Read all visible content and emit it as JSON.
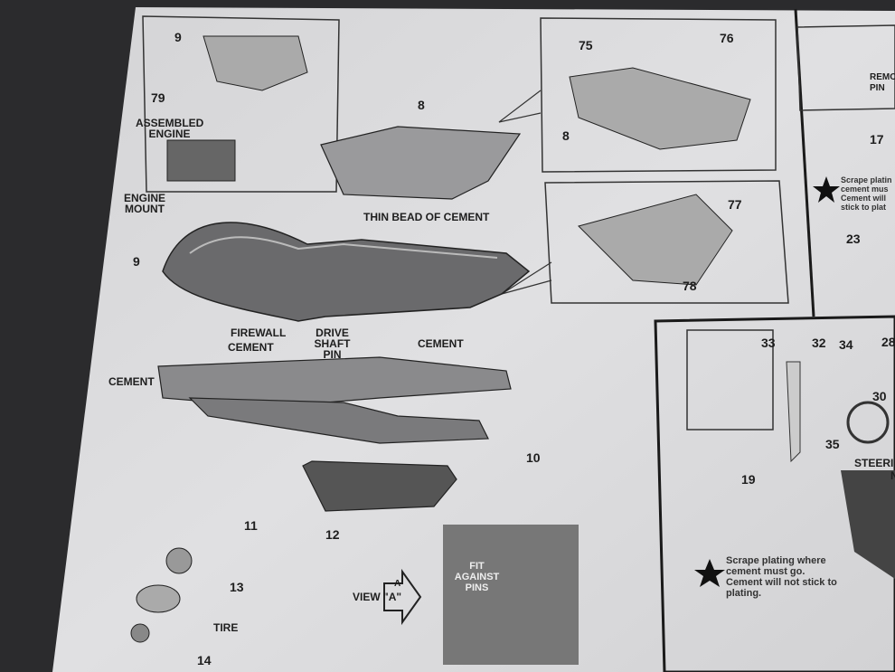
{
  "sheet": {
    "parts": {
      "p9_top": "9",
      "p79": "79",
      "p8_mid": "8",
      "p75": "75",
      "p76": "76",
      "p8_right": "8",
      "p77": "77",
      "p78": "78",
      "p9_main": "9",
      "p10": "10",
      "p11": "11",
      "p12": "12",
      "p13": "13",
      "p14": "14",
      "p17": "17",
      "p23": "23",
      "p33": "33",
      "p32": "32",
      "p34": "34",
      "p28": "28",
      "p30": "30",
      "p35": "35",
      "p19": "19"
    },
    "labels": {
      "assembled_engine": "ASSEMBLED ENGINE",
      "engine_mount": "ENGINE MOUNT",
      "thin_bead": "THIN BEAD OF CEMENT",
      "firewall": "FIREWALL",
      "cement_1": "CEMENT",
      "drive_shaft_pin": "DRIVE SHAFT PIN",
      "cement_2": "CEMENT",
      "cement_left": "CEMENT",
      "tire": "TIRE",
      "view_a": "VIEW \"A\"",
      "a_arrow": "A",
      "fit_against_pins": "FIT AGAINST PINS",
      "remove_pins": "REMO PIN",
      "steering": "STEERI",
      "steering_n": "N"
    },
    "notes": {
      "scrape_top": "Scrape platin cement mus Cement will stick to plat",
      "scrape_bottom": "Scrape plating where cement must go. Cement will not stick to plating."
    },
    "colors": {
      "paper": "#dcdcde",
      "ink": "#1e1e1e",
      "background": "#2b2b2d"
    }
  }
}
